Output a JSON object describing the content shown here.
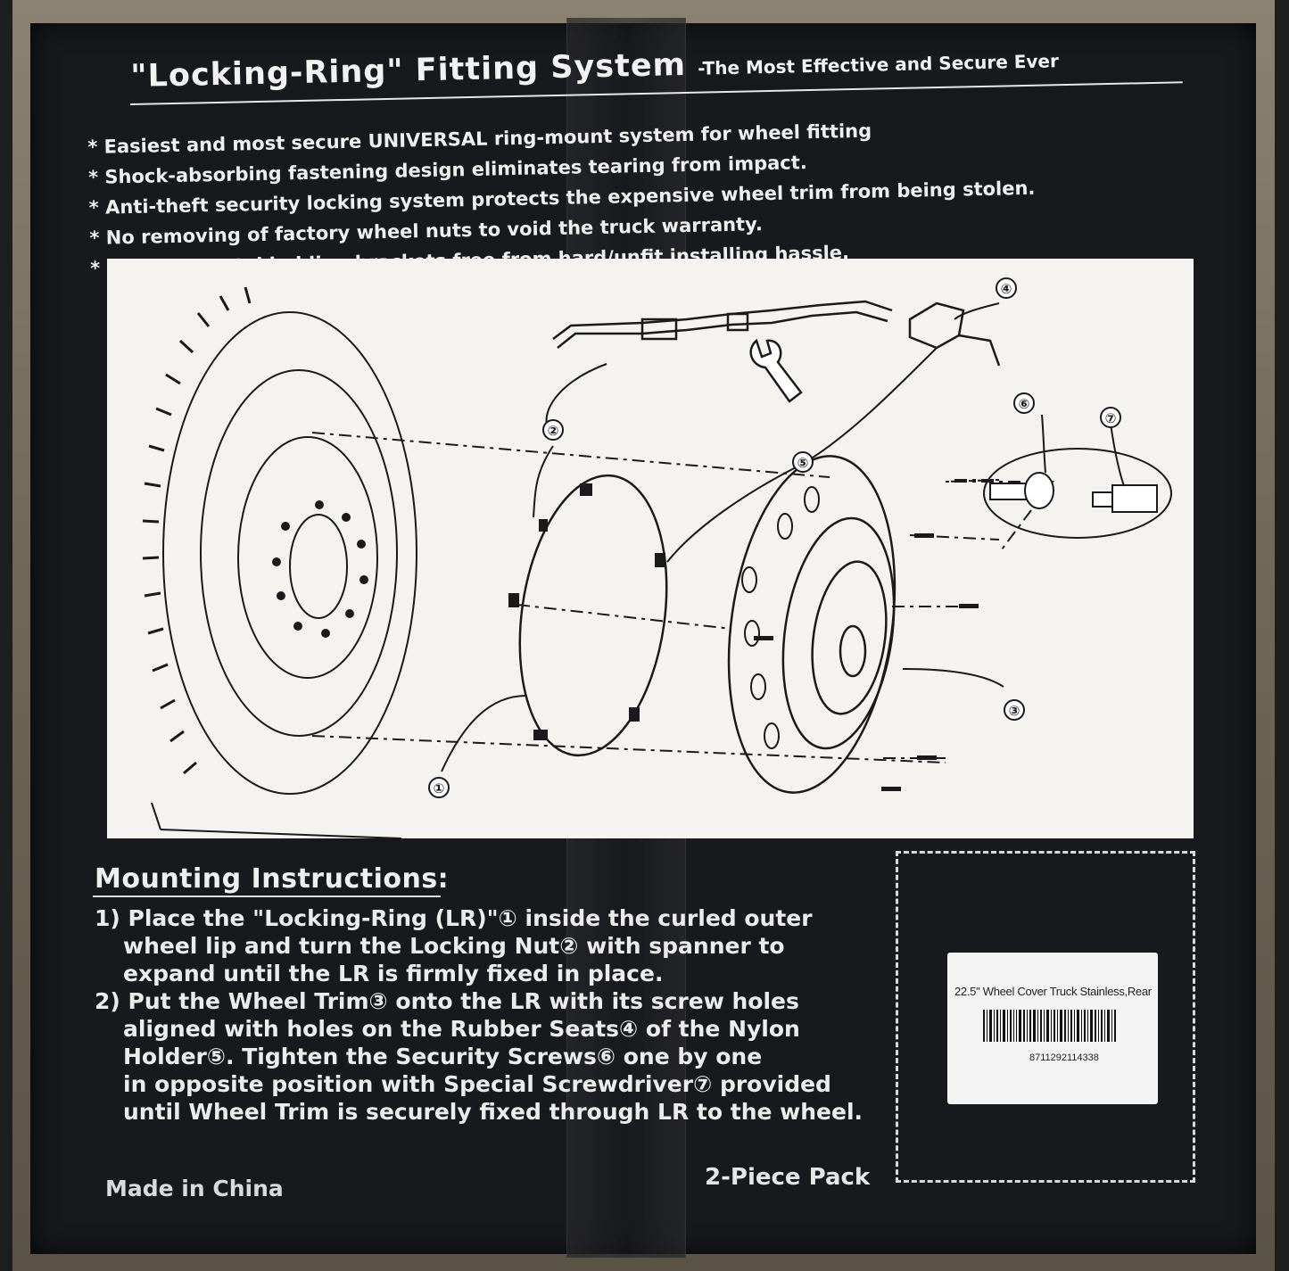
{
  "headline": {
    "title": "\"Locking-Ring\" Fitting System",
    "subtitle": "-The Most Effective and Secure Ever"
  },
  "features": [
    "Easiest and most secure UNIVERSAL ring-mount system for wheel fitting",
    "Shock-absorbing fastening design eliminates tearing from impact.",
    "Anti-theft security locking system protects the expensive wheel trim from being stolen.",
    "No removing of factory wheel nuts to void the truck warranty.",
    "No more metal holding brackets  free from hard/unfit installing hassle."
  ],
  "diagram": {
    "callouts": [
      "①",
      "②",
      "③",
      "④",
      "⑤",
      "⑥",
      "⑦"
    ]
  },
  "mounting": {
    "title": "Mounting Instructions:",
    "step1": [
      "1) Place the \"Locking-Ring (LR)\"① inside the curled outer",
      "wheel lip and turn the Locking Nut② with spanner to",
      "expand until the LR is firmly fixed in place."
    ],
    "step2": [
      "2) Put the Wheel Trim③ onto the LR with its screw holes",
      "aligned with holes on the Rubber Seats④ of the Nylon",
      "Holder⑤.  Tighten the Security Screws⑥ one by one",
      "in opposite position with Special Screwdriver⑦ provided",
      "until Wheel Trim is securely fixed through LR to the wheel."
    ]
  },
  "footer": {
    "origin": "Made in China",
    "pack": "2-Piece Pack"
  },
  "product_label": {
    "title": "22.5\" Wheel Cover Truck Stainless,Rear",
    "barcode_number": "8711292114338"
  },
  "colors": {
    "box_background": "#17191d",
    "diagram_background": "#f4f3ef",
    "text": "#efefef",
    "cardboard": "#7a7161"
  }
}
